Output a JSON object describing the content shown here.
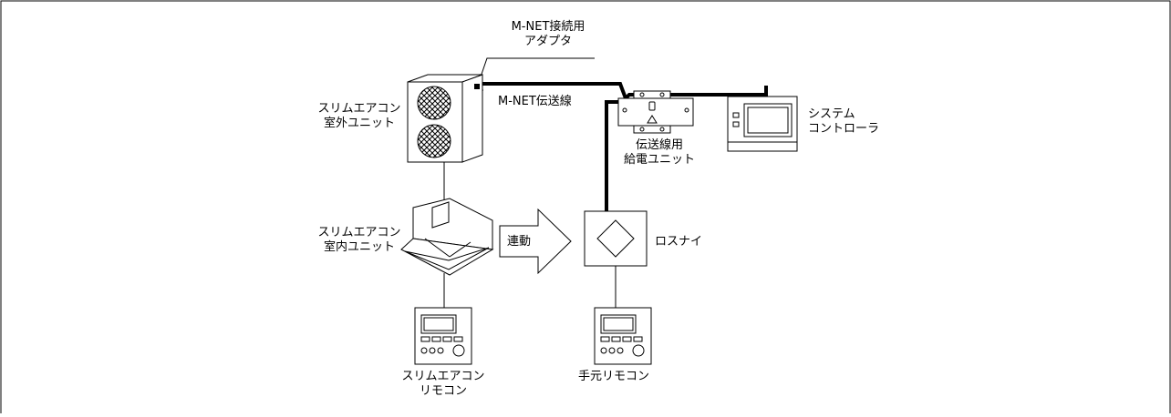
{
  "labels": {
    "adapter_line1": "M-NET接続用",
    "adapter_line2": "アダプタ",
    "transmission_line": "M-NET伝送線",
    "outdoor_line1": "スリムエアコン",
    "outdoor_line2": "室外ユニット",
    "indoor_line1": "スリムエアコン",
    "indoor_line2": "室内ユニット",
    "remote_line1": "スリムエアコン",
    "remote_line2": "リモコン",
    "power_line1": "伝送線用",
    "power_line2": "給電ユニット",
    "system_line1": "システム",
    "system_line2": "コントローラ",
    "interlock": "連動",
    "lossnay": "ロスナイ",
    "hand_remote": "手元リモコン"
  }
}
